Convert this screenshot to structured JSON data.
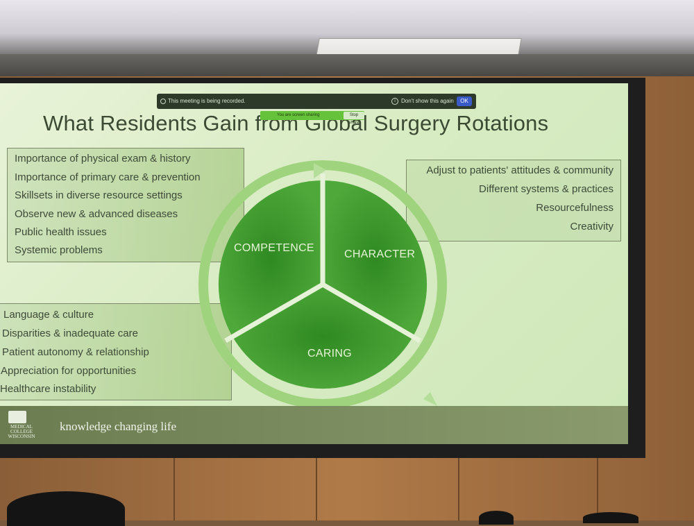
{
  "slide": {
    "title": "What Residents Gain from Global Surgery Rotations",
    "competence_items": [
      "Importance of physical exam & history",
      "Importance of primary care & prevention",
      "Skillsets in diverse resource settings",
      "Observe new & advanced diseases",
      "Public health issues",
      "Systemic problems"
    ],
    "character_items": [
      "Adjust to patients' attitudes & community",
      "Different systems & practices",
      "Resourcefulness",
      "Creativity"
    ],
    "caring_items": [
      "Language & culture",
      "Disparities & inadequate care",
      "Patient autonomy & relationship",
      "Appreciation for opportunities",
      "Healthcare instability"
    ],
    "segments": {
      "competence": "COMPETENCE",
      "character": "CHARACTER",
      "caring": "CARING"
    },
    "colors": {
      "segment_green": "#3f9a2c",
      "arrow_green": "#8fcf6a",
      "slide_bg": "#dcecc6"
    }
  },
  "recording_banner": {
    "message": "This meeting is being recorded.",
    "dont_show": "Don't show this again",
    "ok_label": "OK"
  },
  "sharing_bar": {
    "sharing_label": "You are screen sharing",
    "stop_label": "Stop share"
  },
  "footer": {
    "logo_text": "MEDICAL COLLEGE WISCONSIN",
    "tagline": "knowledge changing life"
  }
}
